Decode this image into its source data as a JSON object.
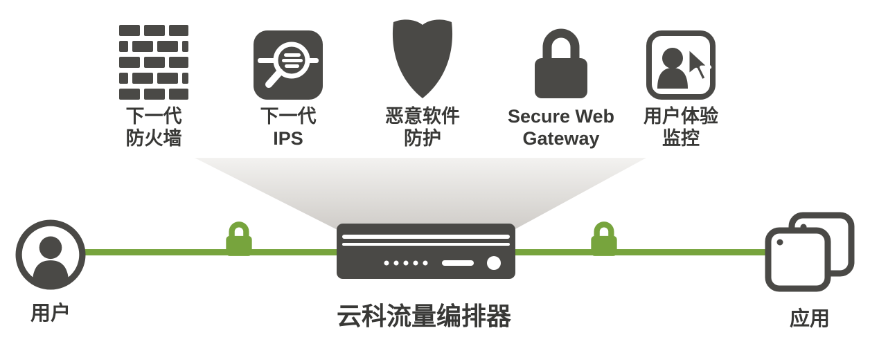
{
  "colors": {
    "icon_dark": "#4a4946",
    "text_dark": "#383836",
    "line_green": "#77a43d",
    "funnel_top": "#f3f2f0",
    "funnel_bottom": "#cfccc8"
  },
  "services": [
    {
      "icon": "firewall-brick-icon",
      "line1": "下一代",
      "line2": "防火墙"
    },
    {
      "icon": "ips-magnifier-icon",
      "line1": "下一代",
      "line2": "IPS"
    },
    {
      "icon": "malware-shield-icon",
      "line1": "恶意软件",
      "line2": "防护"
    },
    {
      "icon": "secure-web-gateway-lock-icon",
      "line1": "Secure Web",
      "line2": "Gateway"
    },
    {
      "icon": "user-experience-monitor-icon",
      "line1": "用户体验",
      "line2": "监控"
    }
  ],
  "flow": {
    "user": {
      "label": "用户"
    },
    "orchestrator": {
      "label": "云科流量编排器"
    },
    "application": {
      "label": "应用"
    }
  }
}
